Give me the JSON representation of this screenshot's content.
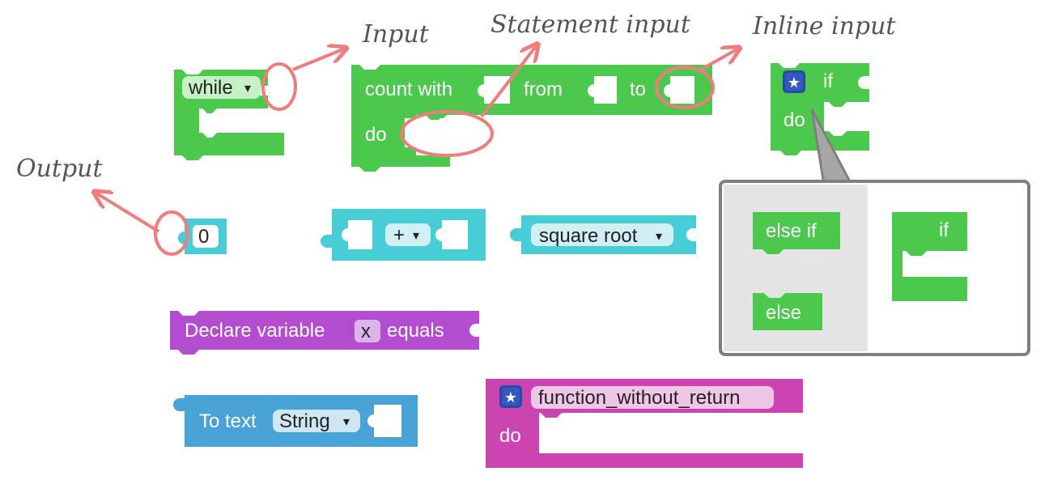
{
  "annotations": {
    "input": "Input",
    "statement_input": "Statement input",
    "inline_input": "Inline input",
    "output": "Output"
  },
  "blocks": {
    "while": {
      "dropdown": "while",
      "arrow": "▾"
    },
    "count_with": {
      "label": "count with",
      "from": "from",
      "to": "to",
      "do": "do"
    },
    "if_block": {
      "label": "if",
      "do": "do",
      "mutator_icon": "star-gear-icon"
    },
    "mutator": {
      "else_if": "else if",
      "else": "else",
      "if": "if"
    },
    "number": {
      "value": "0"
    },
    "arithmetic": {
      "op": "+",
      "arrow": "▾"
    },
    "math_single": {
      "dropdown": "square root",
      "arrow": "▾"
    },
    "declare": {
      "label": "Declare variable",
      "var": "x",
      "equals": "equals"
    },
    "to_text": {
      "label": "To text",
      "dropdown": "String",
      "arrow": "▾"
    },
    "procedure": {
      "name": "function_without_return",
      "do": "do",
      "icon": "star-gear-icon"
    }
  },
  "colors": {
    "logic_green": "#4cc94c",
    "math_cyan": "#48cdd6",
    "variable_purple": "#b44ccf",
    "text_blue": "#4aa3d6",
    "procedure_magenta": "#cc44b0",
    "annotation_red": "#ee7d7d",
    "mutator_border": "#7f7f7f"
  }
}
